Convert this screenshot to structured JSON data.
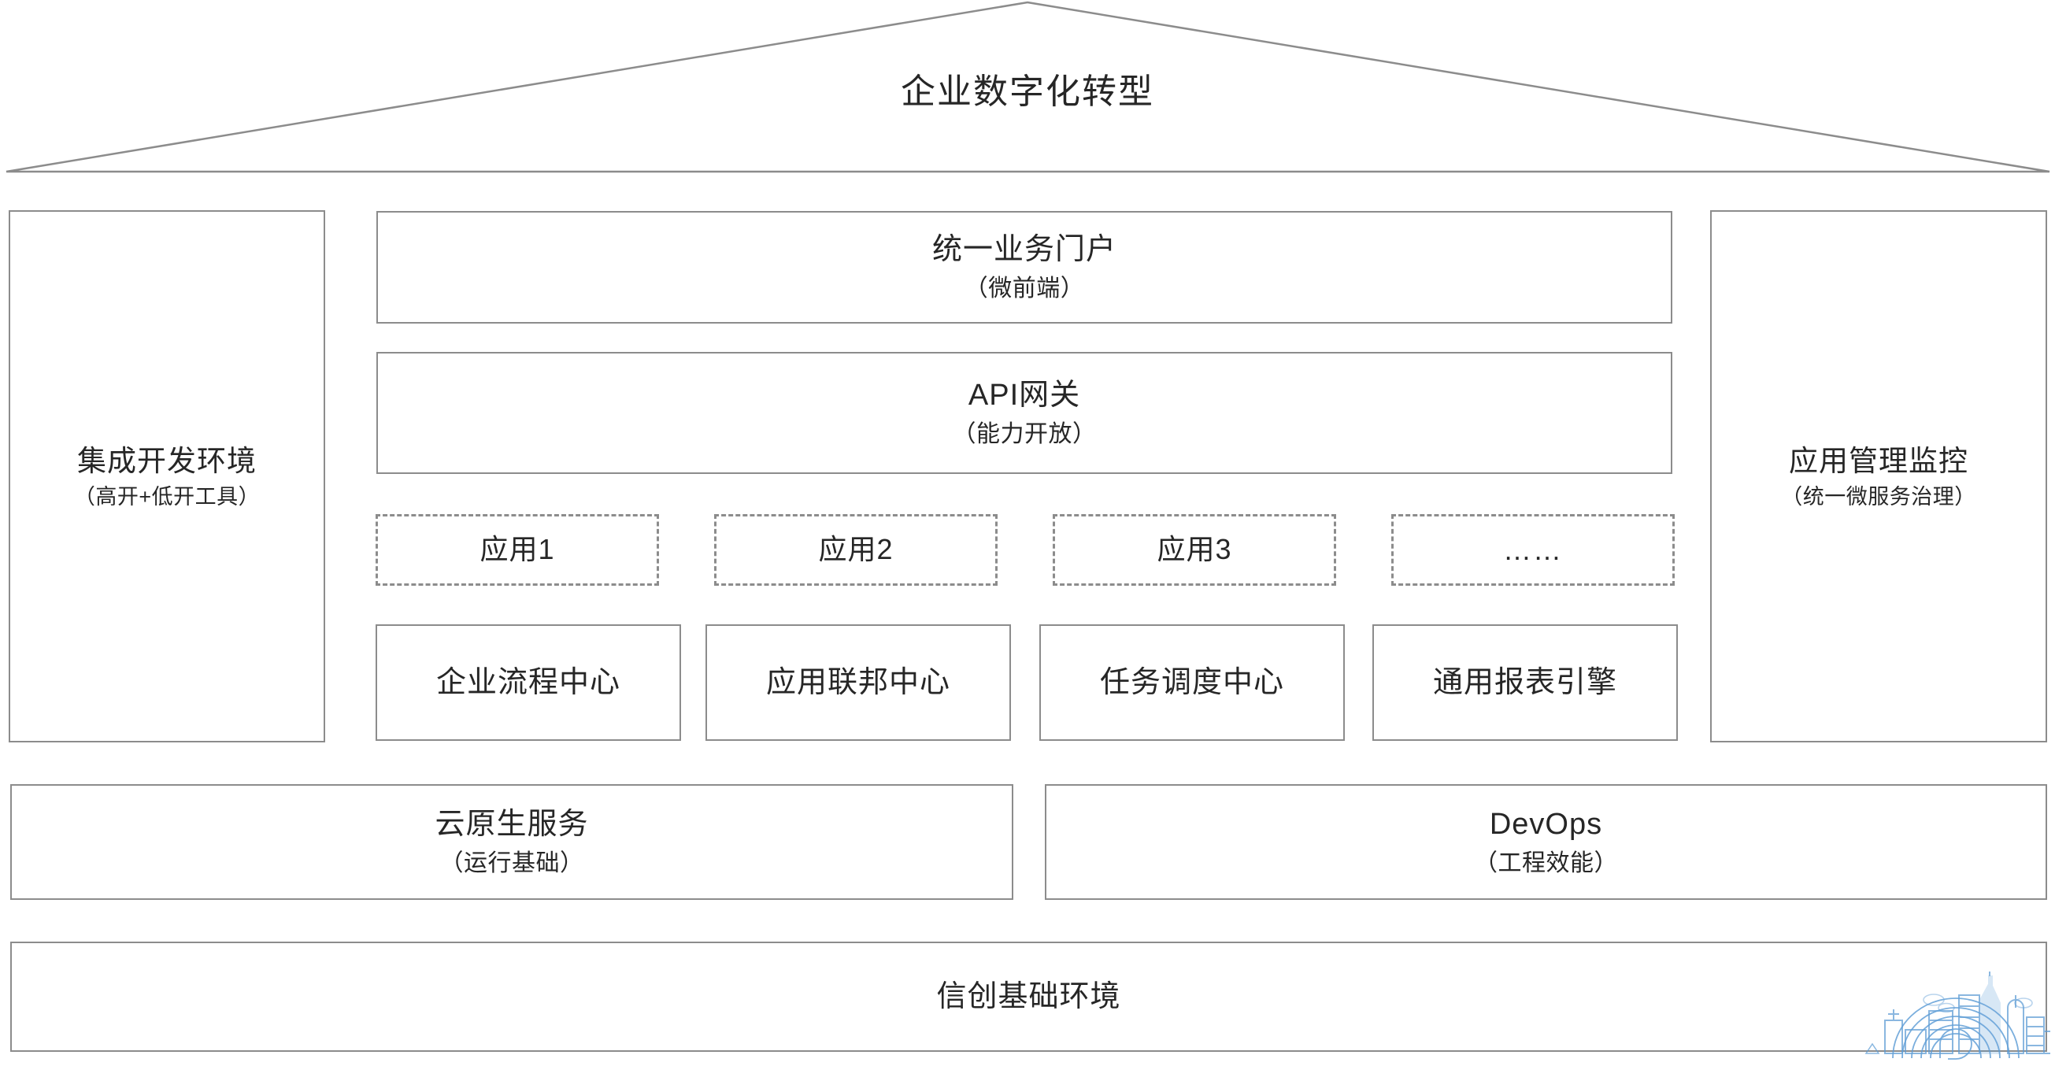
{
  "roof": {
    "title": "企业数字化转型",
    "line_color": "#8c8c8c"
  },
  "side_panels": {
    "left": {
      "title": "集成开发环境",
      "subtitle": "（高开+低开工具）"
    },
    "right": {
      "title": "应用管理监控",
      "subtitle": "（统一微服务治理）"
    }
  },
  "center": {
    "portal": {
      "title": "统一业务门户",
      "subtitle": "（微前端）"
    },
    "api_gateway": {
      "title": "API网关",
      "subtitle": "（能力开放）"
    },
    "applications": [
      {
        "label": "应用1"
      },
      {
        "label": "应用2"
      },
      {
        "label": "应用3"
      },
      {
        "label": "……"
      }
    ],
    "services": [
      {
        "label": "企业流程中心"
      },
      {
        "label": "应用联邦中心"
      },
      {
        "label": "任务调度中心"
      },
      {
        "label": "通用报表引擎"
      }
    ]
  },
  "foundation": {
    "cloud_native": {
      "title": "云原生服务",
      "subtitle": "（运行基础）"
    },
    "devops": {
      "title": "DevOps",
      "subtitle": "（工程效能）"
    },
    "base_environment": {
      "title": "信创基础环境"
    }
  },
  "watermark": {
    "name": "city-skyline-fingerprint-watermark",
    "color": "#5b9bd5"
  },
  "colors": {
    "border": "#8c8c8c",
    "text": "#262626",
    "background": "#ffffff",
    "watermark": "#5b9bd5"
  }
}
